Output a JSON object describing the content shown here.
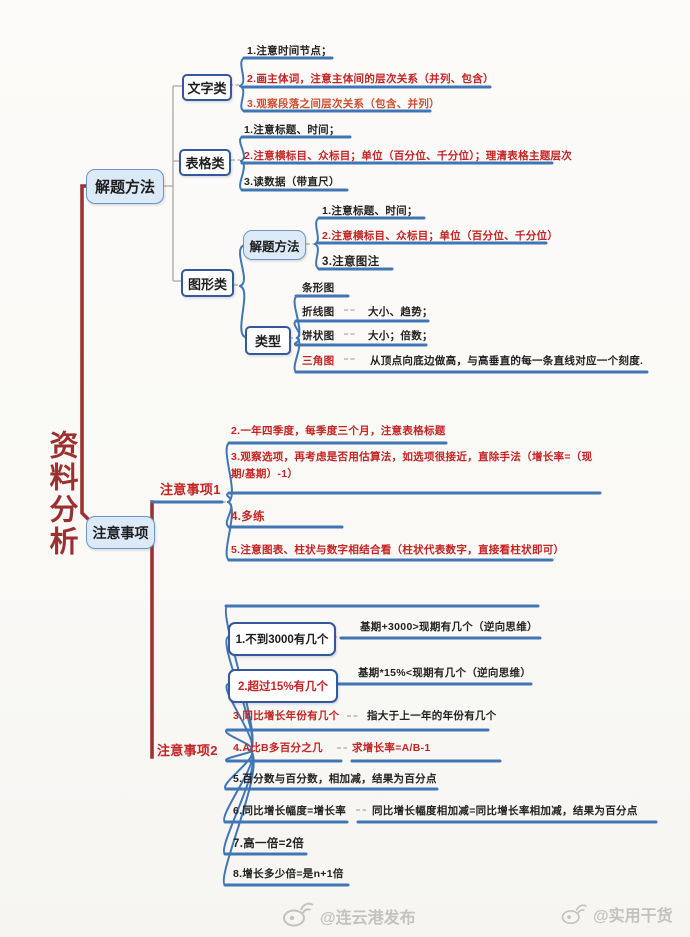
{
  "colors": {
    "spine_red": "#9b3030",
    "label_red": "#c32424",
    "line_blue": "#4076b4",
    "box_fill_blue": "#dce9f7",
    "box_border_blue": "#33589c",
    "text_black": "#1d1d1d",
    "watermark_gray": "#c4c2bd"
  },
  "root": {
    "title": "资料分析"
  },
  "method": {
    "label": "解题方法",
    "text_type": {
      "label": "文字类",
      "items": [
        "1.注意时间节点；",
        "2.画主体词，注意主体间的层次关系（并列、包含）",
        "3.观察段落之间层次关系（包含、并列）"
      ]
    },
    "table_type": {
      "label": "表格类",
      "items": [
        "1.注意标题、时间；",
        "2.注意横标目、众标目；单位（百分位、千分位）；理清表格主题层次",
        "3.读数据（带直尺）"
      ]
    },
    "graph_type": {
      "label": "图形类",
      "method": {
        "label": "解题方法",
        "items": [
          "1.注意标题、时间；",
          "2.注意横标目、众标目；单位（百分位、千分位）",
          "3.注意图注"
        ]
      },
      "types": {
        "label": "类型",
        "rows": [
          {
            "name": "条形图",
            "desc": ""
          },
          {
            "name": "折线图",
            "desc": "大小、趋势；"
          },
          {
            "name": "饼状图",
            "desc": "大小；倍数；"
          },
          {
            "name": "三角图",
            "desc": "从顶点向底边做高，与高垂直的每一条直线对应一个刻度."
          }
        ]
      }
    }
  },
  "notes": {
    "label": "注意事项",
    "section1": {
      "label": "注意事项1",
      "items": [
        "2.一年四季度，每季度三个月，注意表格标题",
        "3.观察选项，再考虑是否用估算法，如选项很接近，直除手法（增长率=（现期/基期）-1）",
        "4.多练",
        "5.注意图表、柱状与数字相结合看（柱状代表数字，直接看柱状即可）"
      ]
    },
    "section2": {
      "label": "注意事项2",
      "q1": {
        "label": "1.不到3000有几个",
        "formula": "基期+3000>现期有几个（逆向思维）"
      },
      "q2": {
        "label": "2.超过15%有几个",
        "formula": "基期*15%<现期有几个（逆向思维）"
      },
      "items": [
        {
          "name": "3.同比增长年份有几个",
          "desc": "指大于上一年的年份有几个"
        },
        {
          "name": "4.A比B多百分之几",
          "desc": "求增长率=A/B-1"
        },
        {
          "name": "5.百分数与百分数，相加减，结果为百分点",
          "desc": ""
        },
        {
          "name": "6.同比增长幅度=增长率",
          "desc": "同比增长幅度相加减=同比增长率相加减，结果为百分点"
        },
        {
          "name": "7.高一倍=2倍",
          "desc": ""
        },
        {
          "name": "8.增长多少倍=是n+1倍",
          "desc": ""
        }
      ]
    }
  },
  "watermarks": {
    "left": "@连云港发布",
    "right": "@实用干货"
  }
}
